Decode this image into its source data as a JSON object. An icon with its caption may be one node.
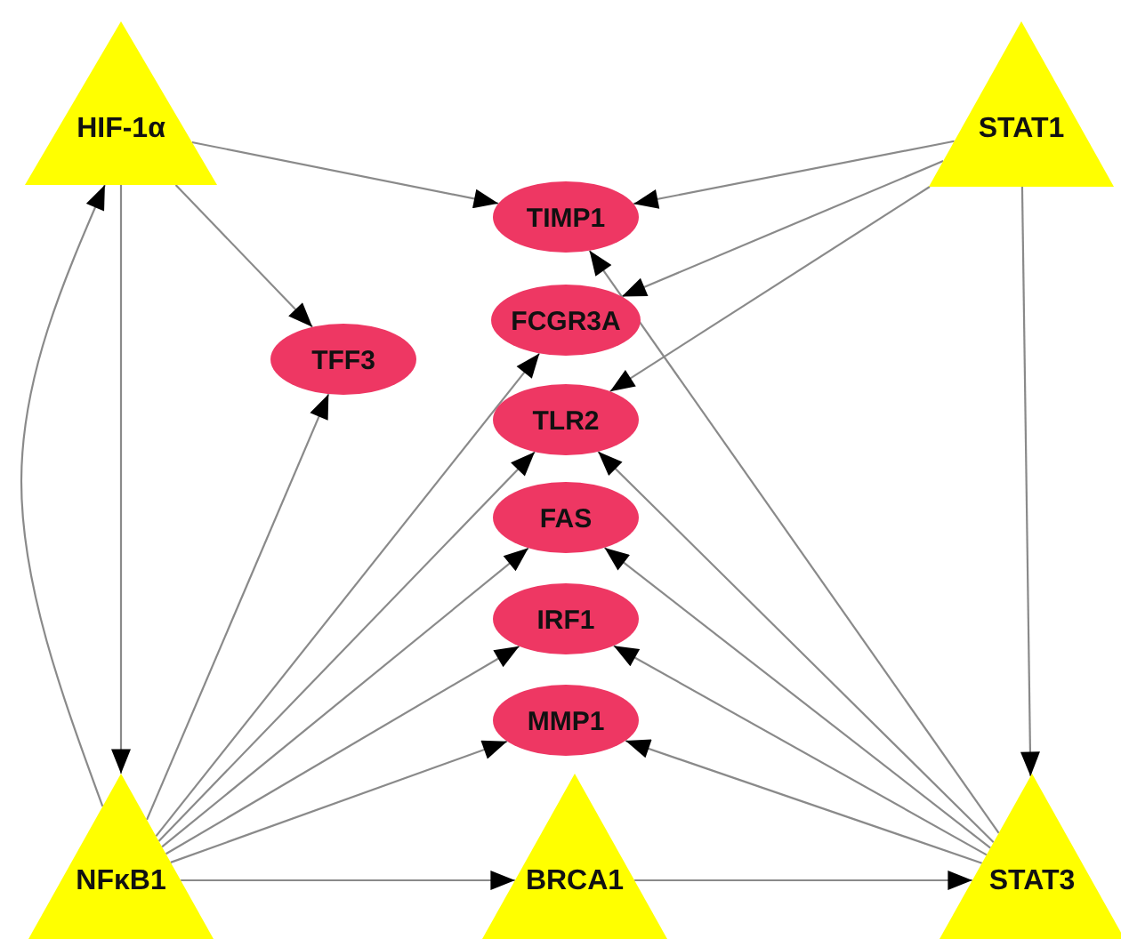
{
  "diagram": {
    "nodes": [
      {
        "text": [
          "HIF-1α"
        ]
      },
      {
        "text": [
          "STAT1"
        ]
      },
      {
        "text": [
          "TIMP1"
        ]
      },
      {
        "text": [
          "FCGR3A"
        ]
      },
      {
        "text": [
          "TFF3"
        ]
      },
      {
        "text": [
          "TLR2"
        ]
      },
      {
        "text": [
          "FAS"
        ]
      },
      {
        "text": [
          "IRF1"
        ]
      },
      {
        "text": [
          "MMP1"
        ]
      },
      {
        "text": [
          "NFκB1"
        ]
      },
      {
        "text": [
          "BRCA1"
        ]
      },
      {
        "text": [
          "STAT3"
        ]
      }
    ],
    "edges": [
      {
        "from": 0,
        "to": 2,
        "arrow": "to"
      },
      {
        "from": 0,
        "to": 4,
        "arrow": "to"
      },
      {
        "from": 0,
        "to": 9,
        "arrow": "to"
      },
      {
        "from": 9,
        "to": 0,
        "arrow": "to"
      },
      {
        "from": 1,
        "to": 2,
        "arrow": "to"
      },
      {
        "from": 1,
        "to": 3,
        "arrow": "to"
      },
      {
        "from": 1,
        "to": 5,
        "arrow": "to"
      },
      {
        "from": 1,
        "to": 11,
        "arrow": "to"
      },
      {
        "from": 9,
        "to": 4,
        "arrow": "to"
      },
      {
        "from": 9,
        "to": 3,
        "arrow": "to"
      },
      {
        "from": 9,
        "to": 5,
        "arrow": "to"
      },
      {
        "from": 9,
        "to": 6,
        "arrow": "to"
      },
      {
        "from": 9,
        "to": 7,
        "arrow": "to"
      },
      {
        "from": 9,
        "to": 8,
        "arrow": "to"
      },
      {
        "from": 9,
        "to": 10,
        "arrow": "to"
      },
      {
        "from": 11,
        "to": 2,
        "arrow": "to"
      },
      {
        "from": 11,
        "to": 5,
        "arrow": "to"
      },
      {
        "from": 11,
        "to": 6,
        "arrow": "to"
      },
      {
        "from": 11,
        "to": 7,
        "arrow": "to"
      },
      {
        "from": 11,
        "to": 8,
        "arrow": "to"
      },
      {
        "from": 10,
        "to": 11,
        "arrow": "to"
      }
    ]
  }
}
